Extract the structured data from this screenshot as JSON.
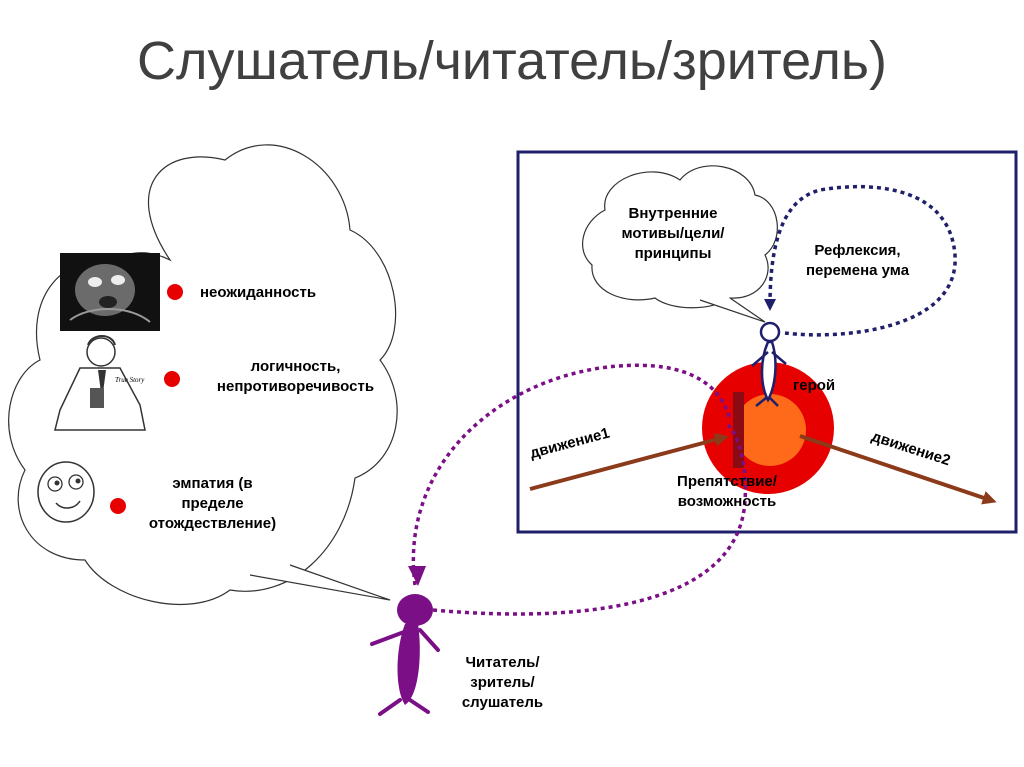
{
  "title": "Слушатель/читатель/зритель)",
  "reader_cloud": {
    "items": [
      {
        "label": "неожиданность"
      },
      {
        "label": "логичность,\nнепротиворечивость"
      },
      {
        "label": "эмпатия (в\nпределе\nотождествление)"
      }
    ],
    "meme_caption": "True Story"
  },
  "reader_label": "Читатель/\nзритель/\nслушатель",
  "story_box": {
    "thought_cloud": "Внутренние\nмотивы/цели/\nпринципы",
    "reflection": "Рефлексия,\nперемена ума",
    "hero": "герой",
    "obstacle": "Препятствие/\nвозможность",
    "movement1": "движение1",
    "movement2": "движение2"
  },
  "colors": {
    "frame": "#1f1f6b",
    "arrow_brown": "#8b3a1a",
    "red_circle": "#e60000",
    "orange_circle": "#ff6a1a",
    "purple": "#7a0f86",
    "dot_red": "#e60000"
  }
}
